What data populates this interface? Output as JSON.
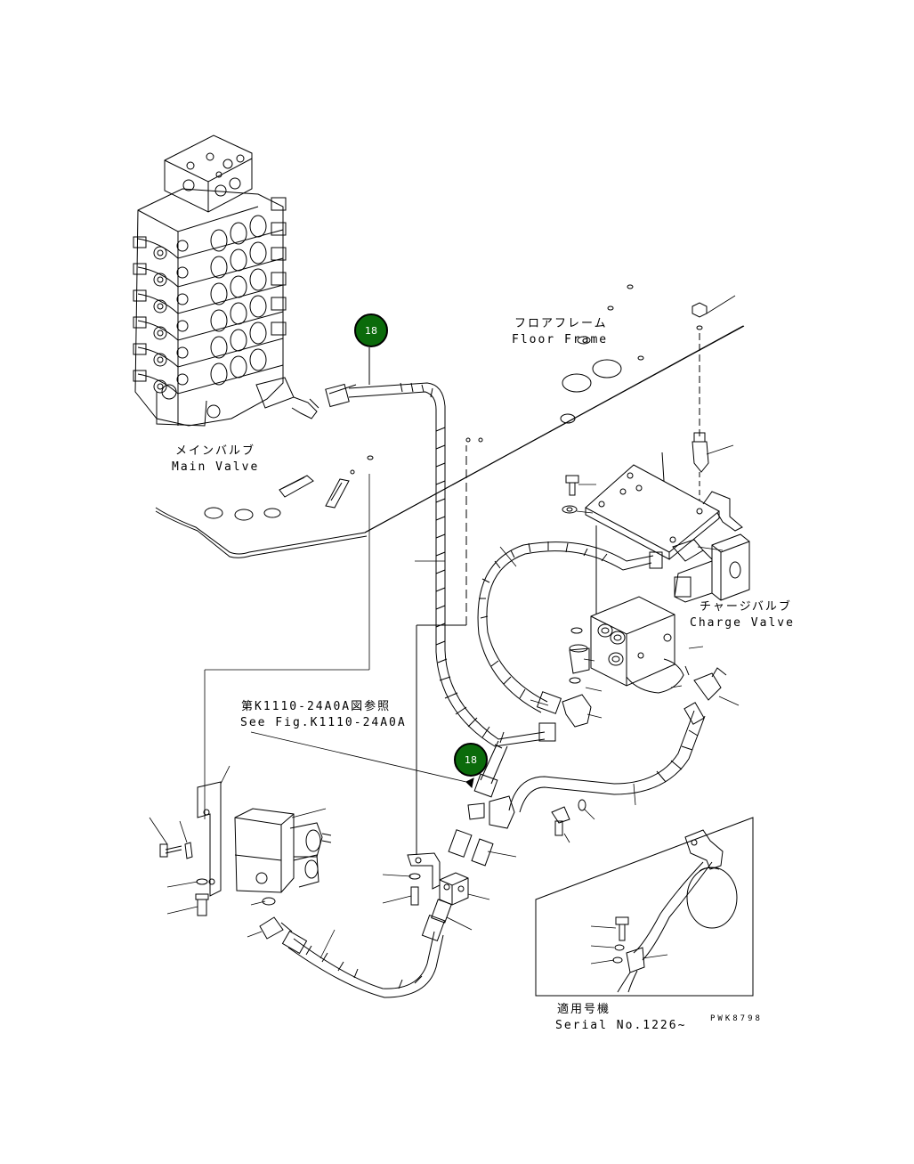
{
  "labels": {
    "floor_frame_jp": "フロアフレーム",
    "floor_frame_en": "Floor Frame",
    "main_valve_jp": "メインバルブ",
    "main_valve_en": "Main Valve",
    "charge_valve_jp": "チャージバルブ",
    "charge_valve_en": "Charge Valve",
    "see_fig_jp": "第K1110-24A0A図参照",
    "see_fig_en": "See Fig.K1110-24A0A",
    "serial_jp": "適用号機",
    "serial_en": "Serial No.1226~",
    "drawing_code": "PWK8798"
  },
  "callouts": [
    {
      "number": "18"
    },
    {
      "number": "18"
    }
  ],
  "colors": {
    "line": "#000000",
    "callout_fill": "#0b6b0b",
    "callout_text": "#ffffff"
  }
}
